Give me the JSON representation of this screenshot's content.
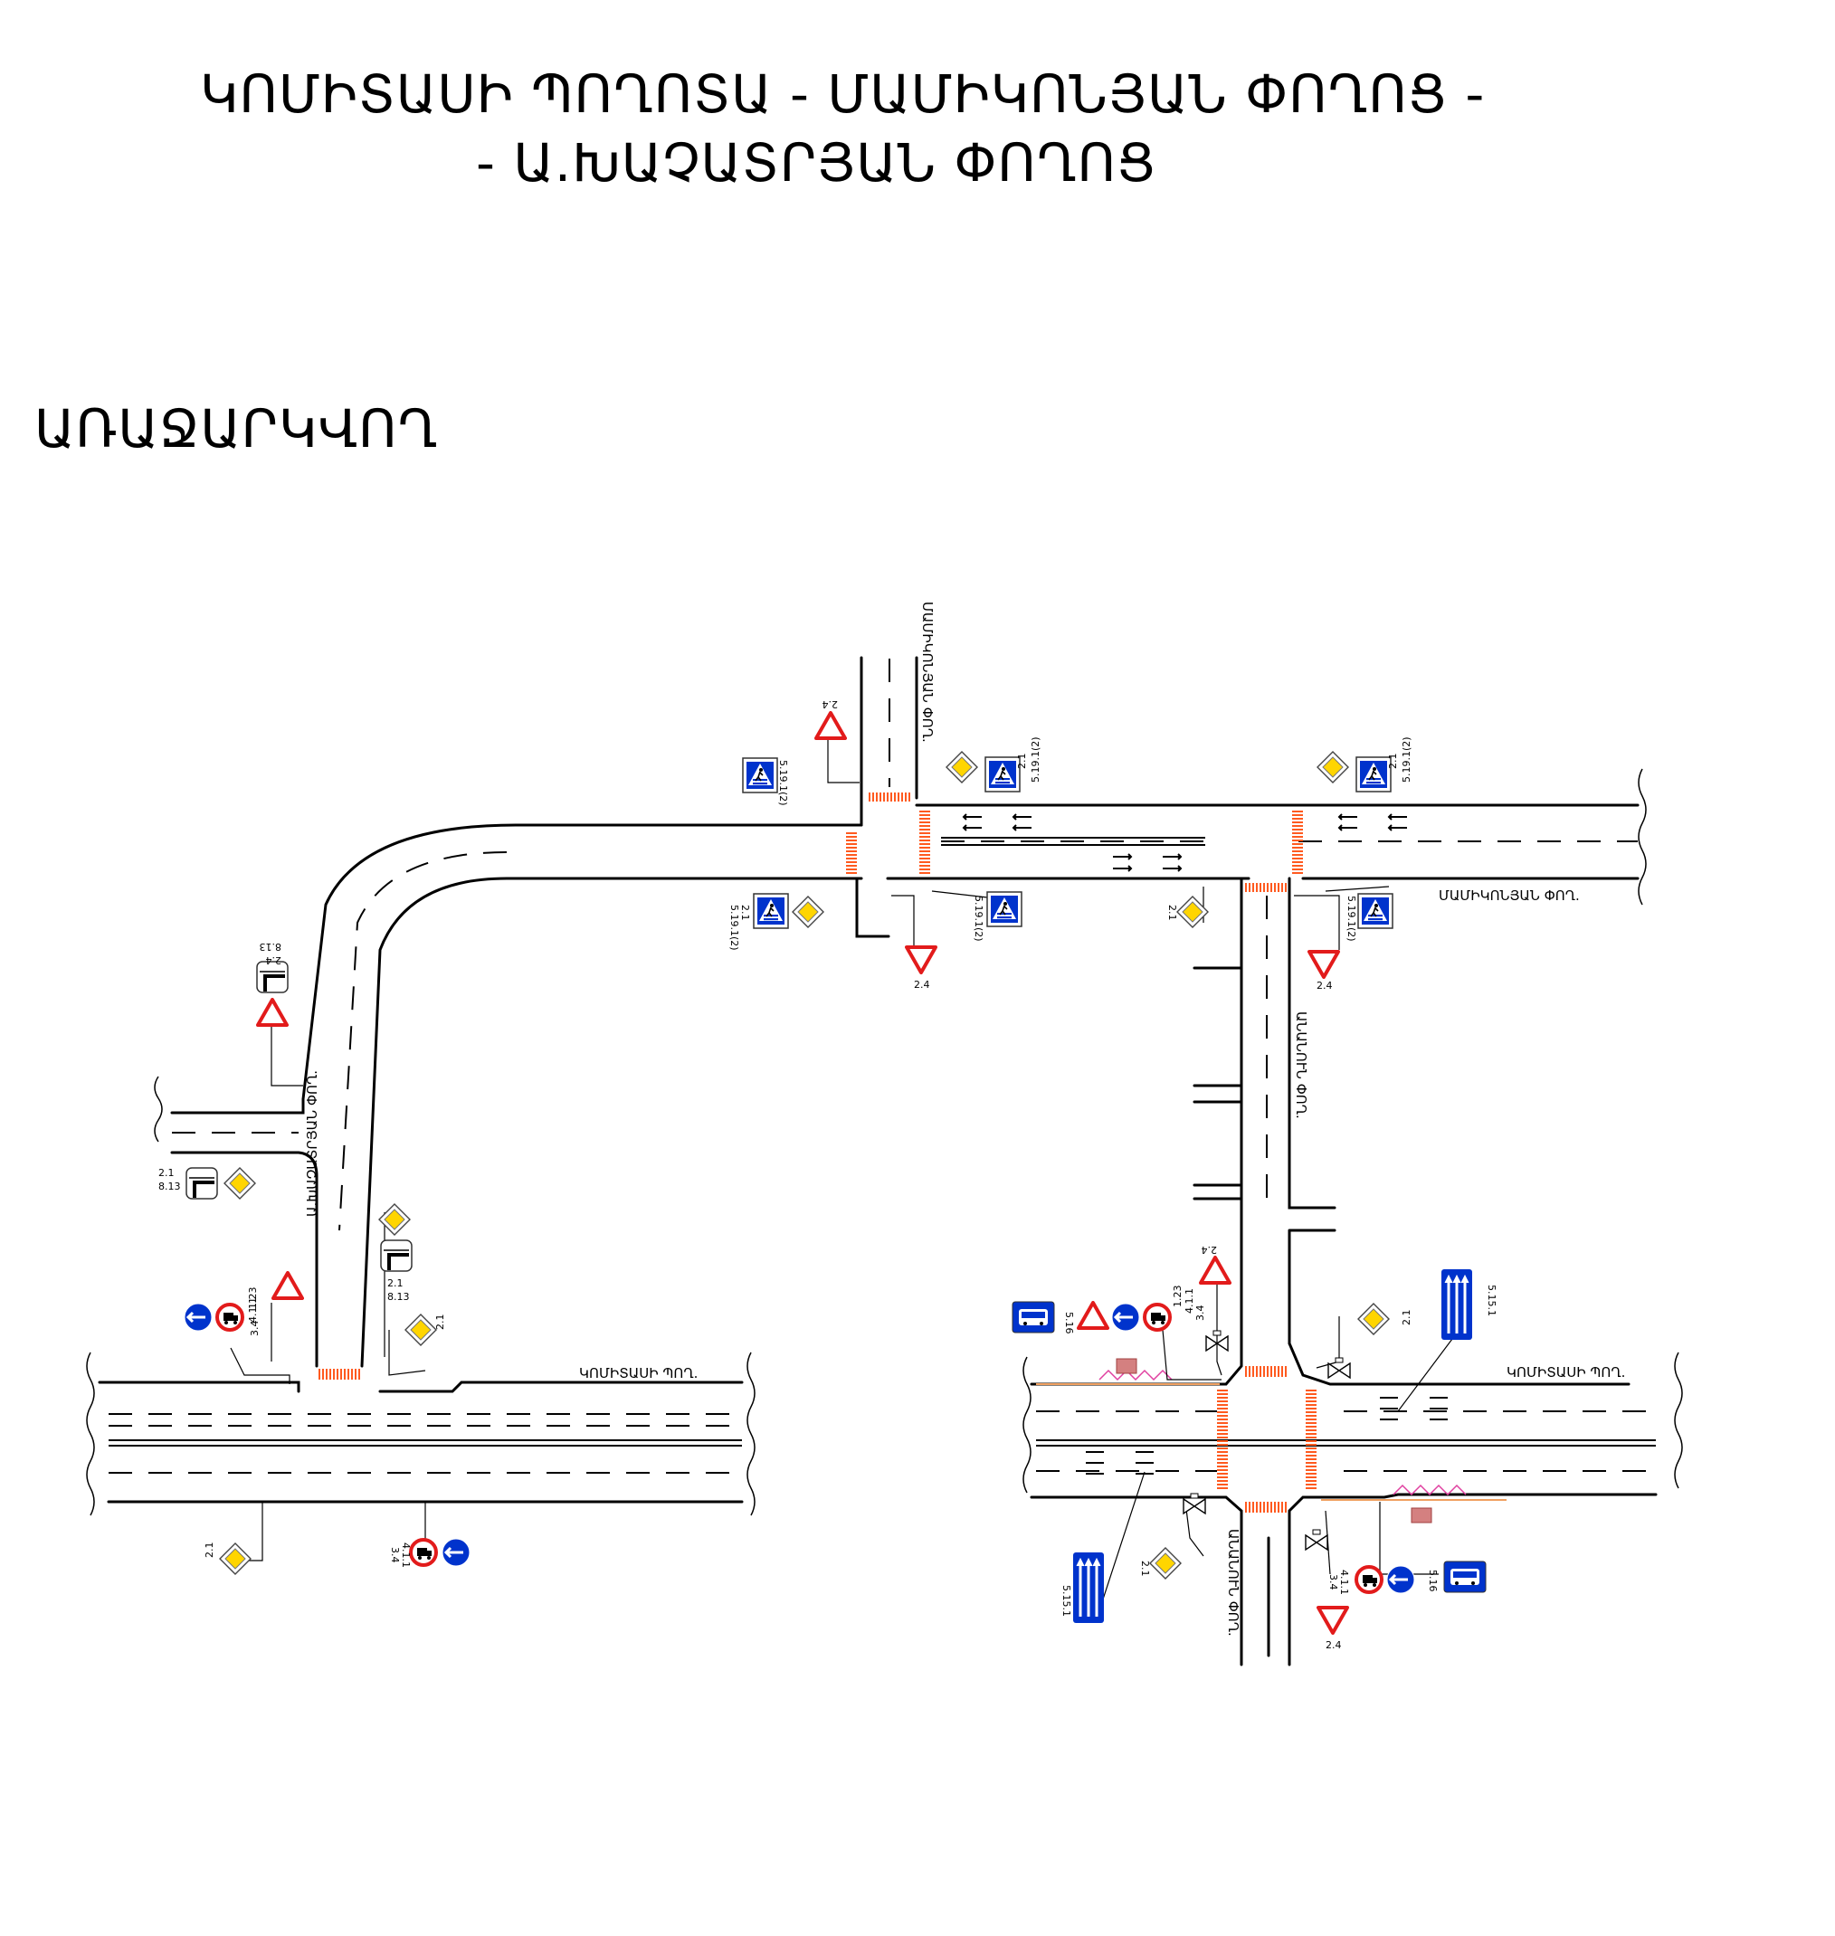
{
  "title": {
    "line1": "ԿՈՄԻՏԱՍԻ ՊՈՂՈՏԱ - ՄԱՄԻԿՈՆՅԱՆ ՓՈՂՈՑ  -",
    "line2": "- Ա.ԽԱՉԱՏՐՅԱՆ ՓՈՂՈՑ"
  },
  "subtitle": "ԱՌԱՋԱՐԿՎՈՂ",
  "streets": {
    "mamikonyan_upper": "ՄԱՄԻԿՈՆՅԱՆ ՓՈՂ.",
    "mamikonyan_right": "ՄԱՄԻԿՈՆՅԱՆ ՓՈՂ.",
    "khachatryan": "Ա.ԽԱՉԱՏՐՅԱՆ ՓՈՂ.",
    "komitas_left": "ԿՈՄԻՏԱՍԻ ՊՈՂ.",
    "komitas_right": "ԿՈՄԻՏԱՍԻ ՊՈՂ.",
    "side_upper": "ԱՆԱՆՈՒՆ ՓՈՂ.",
    "side_lower": "ԱՆԱՆՈՒՆ ՓՈՂ."
  },
  "sign_codes": {
    "c24": "2.4",
    "c21": "2.1",
    "c813": "8.13",
    "c5191": "5.19.1(2)",
    "c123": "1.23",
    "c411": "4.1.1",
    "c34": "3.4",
    "c5151": "5.15.1",
    "c516": "5.16"
  },
  "colors": {
    "road_line": "#000000",
    "crosswalk": "#ff5a1f",
    "warning_red": "#e21b1b",
    "priority_yellow": "#ffd500",
    "info_blue": "#0033cc",
    "busstop_magenta": "#e040a0"
  }
}
